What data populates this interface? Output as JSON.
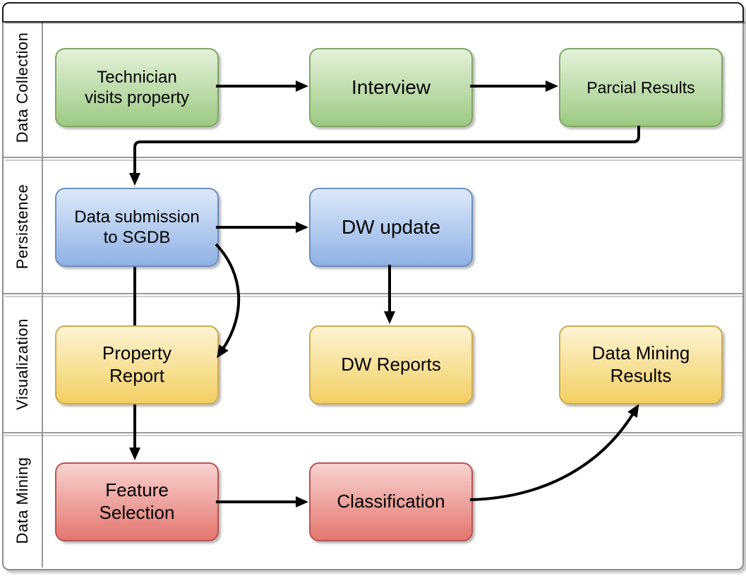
{
  "diagram": {
    "type": "flowchart-swimlane",
    "pool_title": "",
    "lanes": [
      {
        "label": "Data Collection"
      },
      {
        "label": "Persistence"
      },
      {
        "label": "Visualization"
      },
      {
        "label": "Data Mining"
      }
    ],
    "nodes": {
      "technician": {
        "label": "Technician\nvisits property",
        "lane": "Data Collection",
        "color_key": "green"
      },
      "interview": {
        "label": "Interview",
        "lane": "Data Collection",
        "color_key": "green"
      },
      "parcial_results": {
        "label": "Parcial Results",
        "lane": "Data Collection",
        "color_key": "green"
      },
      "data_submission": {
        "label": "Data submission\nto SGDB",
        "lane": "Persistence",
        "color_key": "blue"
      },
      "dw_update": {
        "label": "DW update",
        "lane": "Persistence",
        "color_key": "blue"
      },
      "property_report": {
        "label": "Property\nReport",
        "lane": "Visualization",
        "color_key": "yellow"
      },
      "dw_reports": {
        "label": "DW Reports",
        "lane": "Visualization",
        "color_key": "yellow"
      },
      "data_mining_results": {
        "label": "Data Mining\nResults",
        "lane": "Visualization",
        "color_key": "yellow"
      },
      "feature_selection": {
        "label": "Feature\nSelection",
        "lane": "Data Mining",
        "color_key": "red"
      },
      "classification": {
        "label": "Classification",
        "lane": "Data Mining",
        "color_key": "red"
      }
    },
    "edges": [
      {
        "from": "technician",
        "to": "interview",
        "style": "straight"
      },
      {
        "from": "interview",
        "to": "parcial_results",
        "style": "straight"
      },
      {
        "from": "parcial_results",
        "to": "data_submission",
        "style": "elbow"
      },
      {
        "from": "data_submission",
        "to": "dw_update",
        "style": "straight"
      },
      {
        "from": "dw_update",
        "to": "dw_reports",
        "style": "straight"
      },
      {
        "from": "data_submission",
        "to": "property_report",
        "style": "curved"
      },
      {
        "from": "data_submission",
        "to": "feature_selection",
        "style": "straight-behind-property-report"
      },
      {
        "from": "feature_selection",
        "to": "classification",
        "style": "straight"
      },
      {
        "from": "classification",
        "to": "data_mining_results",
        "style": "curved"
      }
    ],
    "colors": {
      "green_top": "#e4f2da",
      "green_bottom": "#9cc982",
      "green_border": "#7fa865",
      "blue_top": "#dde9fa",
      "blue_bottom": "#8fb1e4",
      "blue_border": "#6c8ebf",
      "yellow_top": "#fdf4d3",
      "yellow_bottom": "#f2cf62",
      "yellow_border": "#d0ab4e",
      "red_top": "#f8d2d0",
      "red_bottom": "#e4766e",
      "red_border": "#b85450",
      "edge": "#000000",
      "lane_border": "#999999",
      "pool_header_border": "#1f1f1f"
    }
  }
}
